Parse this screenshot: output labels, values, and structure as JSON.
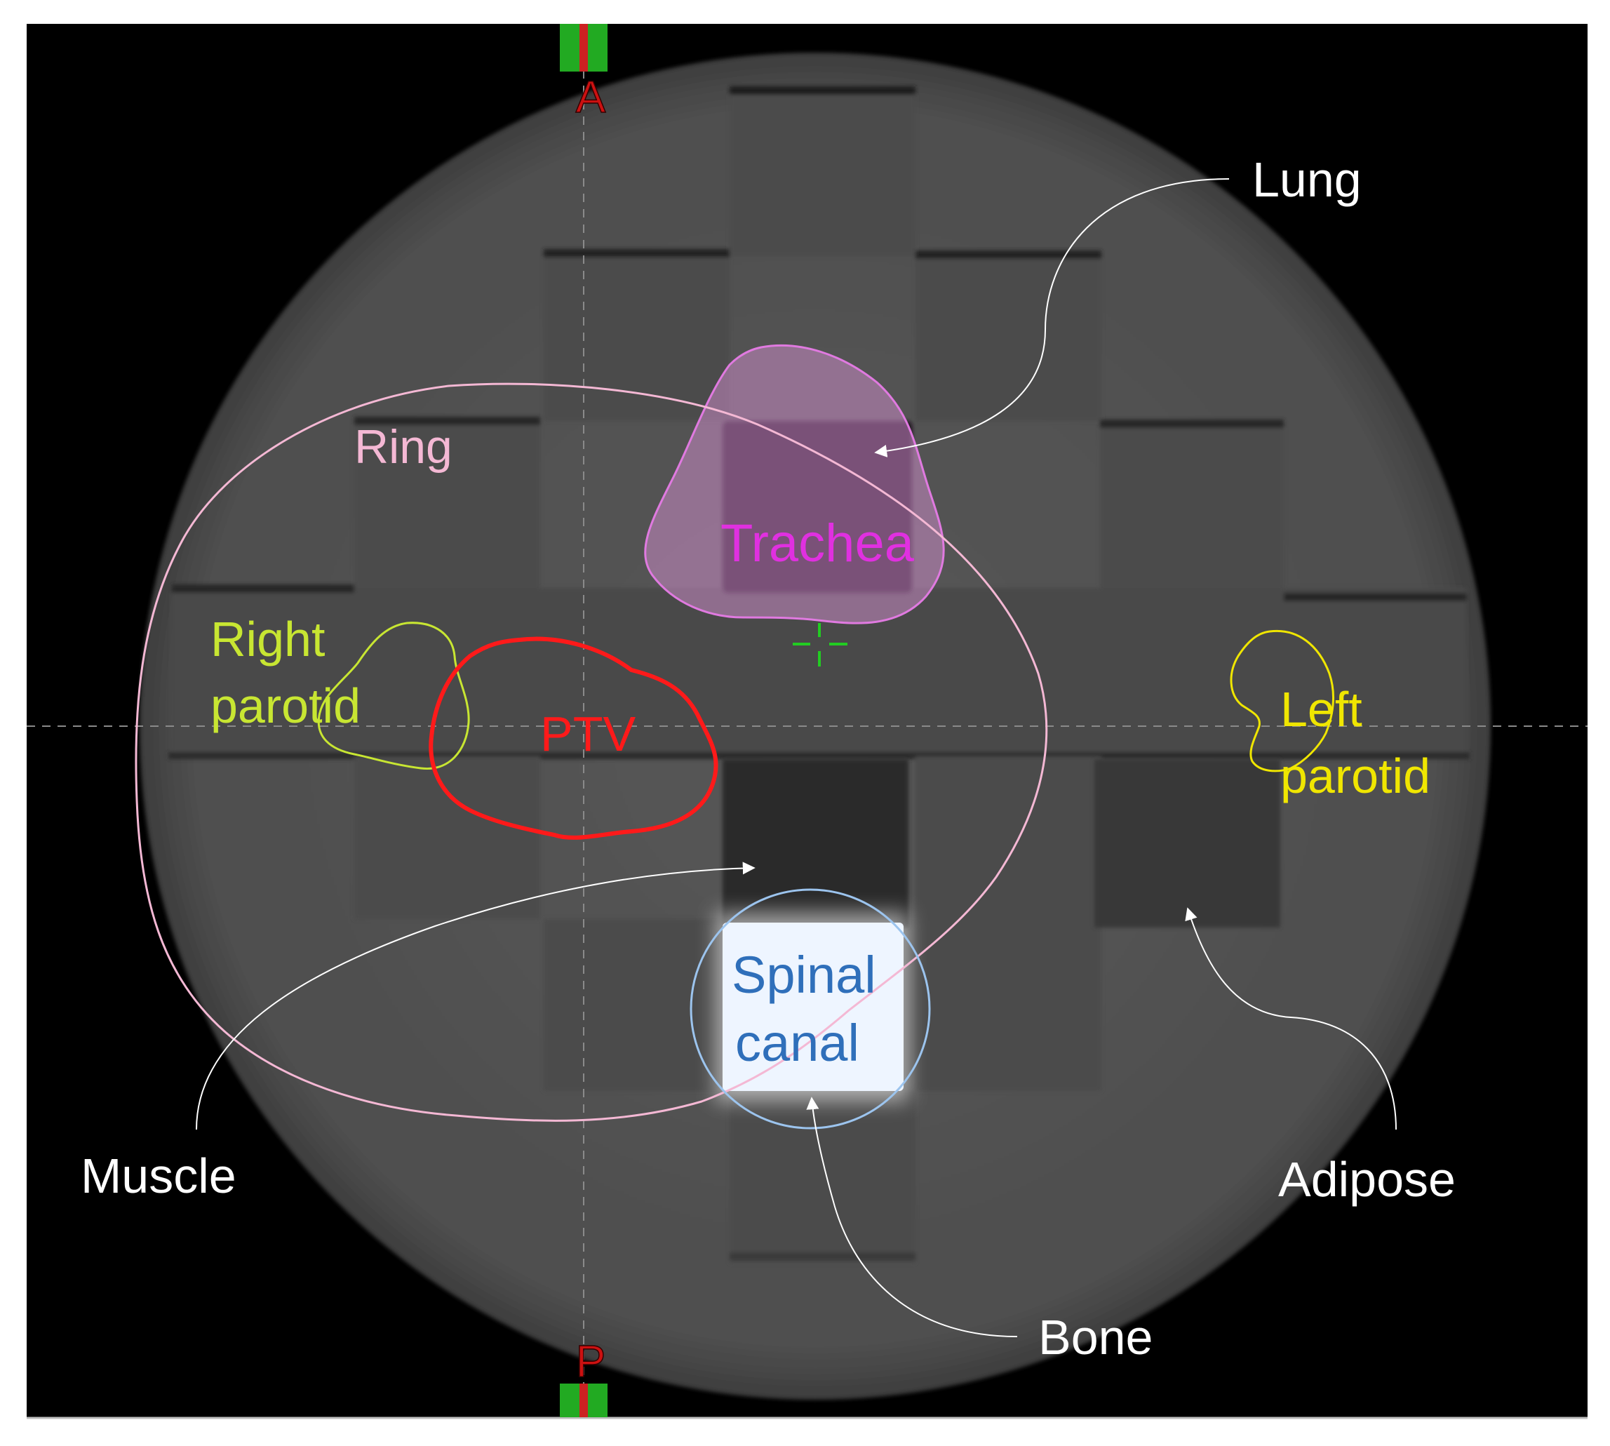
{
  "orientation": {
    "anterior": "A",
    "posterior": "P"
  },
  "structures": {
    "ring": "Ring",
    "trachea": "Trachea",
    "right_parotid_line1": "Right",
    "right_parotid_line2": "parotid",
    "ptv": "PTV",
    "left_parotid_line1": "Left",
    "left_parotid_line2": "parotid",
    "spinal_canal_line1": "Spinal",
    "spinal_canal_line2": "canal"
  },
  "tissues": {
    "lung": "Lung",
    "muscle": "Muscle",
    "bone": "Bone",
    "adipose": "Adipose"
  },
  "colors": {
    "ring": "#f4b8d4",
    "trachea": "#e040e0",
    "right_parotid": "#c8e632",
    "ptv": "#ff1a1a",
    "left_parotid": "#f0e600",
    "spinal_canal": "#2f6fba",
    "spinal_canal_contour": "#9cc4ee",
    "orientation_marker": "#cc1111",
    "marker_bar": "#22aa22",
    "isocenter": "#22cc22"
  }
}
